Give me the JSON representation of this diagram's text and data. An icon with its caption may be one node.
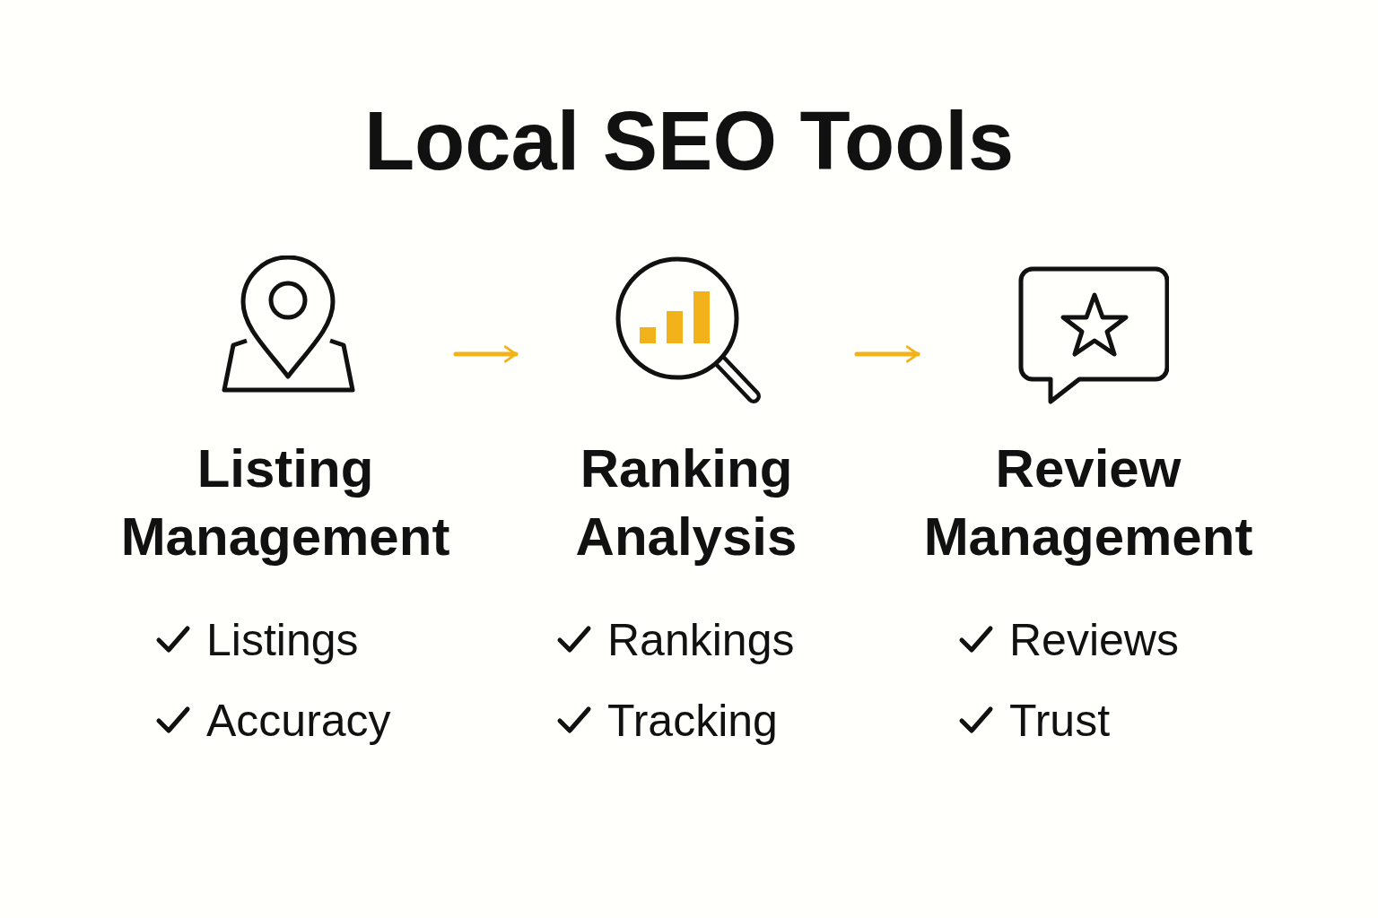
{
  "diagram": {
    "title": "Local SEO Tools",
    "nodes": [
      {
        "text": [
          "Listing Management",
          "Listings",
          "Accuracy"
        ]
      },
      {
        "text": [
          "Ranking Analysis",
          "Rankings",
          "Tracking"
        ]
      },
      {
        "text": [
          "Review Management",
          "Reviews",
          "Trust"
        ]
      }
    ],
    "edges": [
      {
        "from": 0,
        "to": 1,
        "arrow": "to"
      },
      {
        "from": 1,
        "to": 2,
        "arrow": "to"
      }
    ]
  }
}
